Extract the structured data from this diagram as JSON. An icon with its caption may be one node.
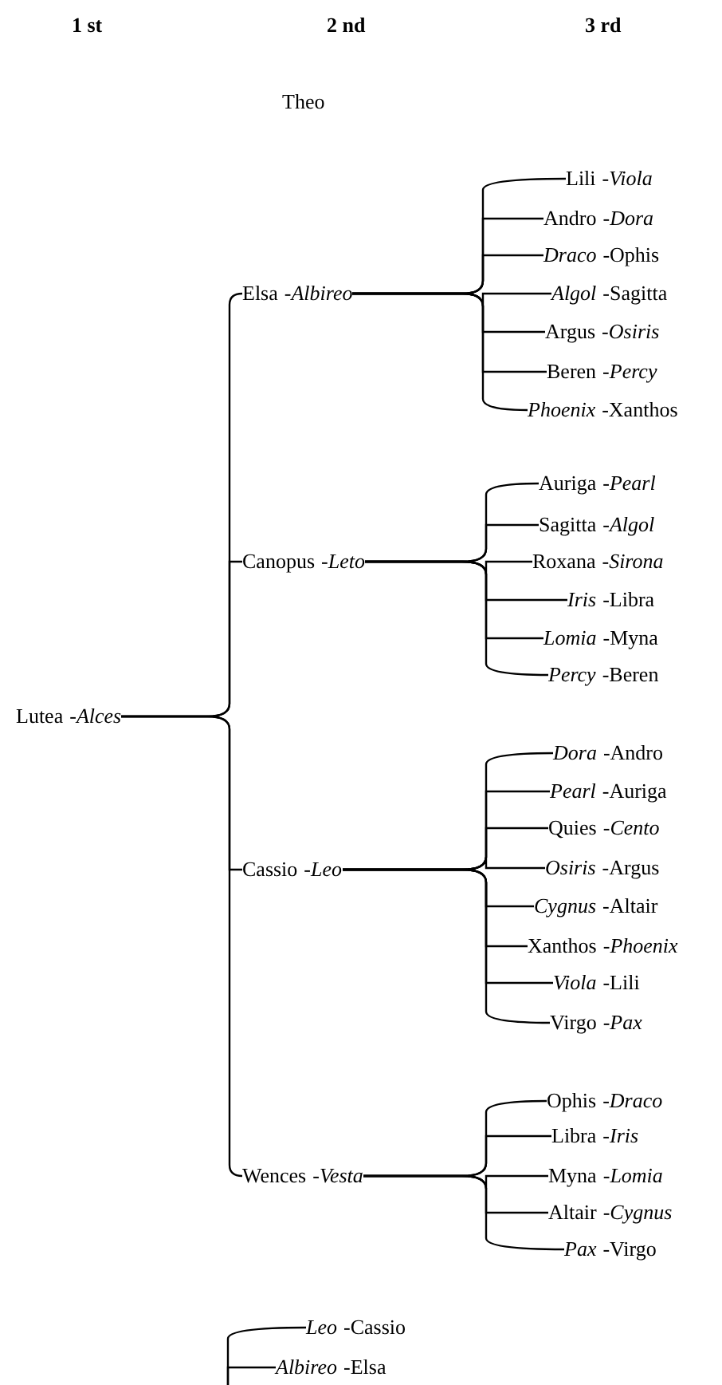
{
  "diagram": {
    "nodes": [
      {
        "text": [
          "Lutea",
          "-*Alces*"
        ]
      },
      {
        "text": [
          "Elsa",
          "-*Albireo*"
        ]
      },
      {
        "text": [
          "Lili",
          "-*Viola*"
        ]
      },
      {
        "text": [
          "Andro",
          "-*Dora*"
        ]
      },
      {
        "text": [
          "*Draco*",
          "-Ophis"
        ]
      },
      {
        "text": [
          "*Algol*",
          "-Sagitta"
        ]
      },
      {
        "text": [
          "Argus",
          "-*Osiris*"
        ]
      },
      {
        "text": [
          "Beren",
          "-*Percy*"
        ]
      },
      {
        "text": [
          "*Phoenix*",
          "-Xanthos"
        ]
      },
      {
        "text": [
          "Canopus",
          "-*Leto*"
        ]
      },
      {
        "text": [
          "Auriga",
          "-*Pearl*"
        ]
      },
      {
        "text": [
          "Sagitta",
          "-*Algol*"
        ]
      },
      {
        "text": [
          "Roxana",
          "-*Sirona*"
        ]
      },
      {
        "text": [
          "*Iris*",
          "-Libra"
        ]
      },
      {
        "text": [
          "*Lomia*",
          "-Myna"
        ]
      },
      {
        "text": [
          "*Percy*",
          "-Beren"
        ]
      },
      {
        "text": [
          "Cassio",
          "-*Leo*"
        ]
      },
      {
        "text": [
          "*Dora*",
          "-Andro"
        ]
      },
      {
        "text": [
          "*Pearl*",
          "-Auriga"
        ]
      },
      {
        "text": [
          "Quies",
          "-*Cento*"
        ]
      },
      {
        "text": [
          "*Osiris*",
          "-Argus"
        ]
      },
      {
        "text": [
          "*Cygnus*",
          "-Altair"
        ]
      },
      {
        "text": [
          "Xanthos",
          "-*Phoenix*"
        ]
      },
      {
        "text": [
          "*Viola*",
          "-Lili"
        ]
      },
      {
        "text": [
          "Virgo",
          "-*Pax*"
        ]
      },
      {
        "text": [
          "Wences",
          "-*Vesta*"
        ]
      },
      {
        "text": [
          "Ophis",
          "-*Draco*"
        ]
      },
      {
        "text": [
          "Libra",
          "-*Iris*"
        ]
      },
      {
        "text": [
          "Myna",
          "-*Lomia*"
        ]
      },
      {
        "text": [
          "Altair",
          "-*Cygnus*"
        ]
      },
      {
        "text": [
          "*Pax*",
          "-Virgo"
        ]
      },
      {
        "text": [
          "*Leo*",
          "-Cassio"
        ]
      },
      {
        "text": [
          "*Albireo*",
          "-Elsa"
        ]
      }
    ],
    "edges": [
      {
        "from": 0,
        "to": 1,
        "arrow": "none"
      },
      {
        "from": 0,
        "to": 9,
        "arrow": "none"
      },
      {
        "from": 0,
        "to": 16,
        "arrow": "none"
      },
      {
        "from": 0,
        "to": 25,
        "arrow": "none"
      },
      {
        "from": 1,
        "to": 2,
        "arrow": "none"
      },
      {
        "from": 1,
        "to": 3,
        "arrow": "none"
      },
      {
        "from": 1,
        "to": 4,
        "arrow": "none"
      },
      {
        "from": 1,
        "to": 5,
        "arrow": "none"
      },
      {
        "from": 1,
        "to": 6,
        "arrow": "none"
      },
      {
        "from": 1,
        "to": 7,
        "arrow": "none"
      },
      {
        "from": 1,
        "to": 8,
        "arrow": "none"
      },
      {
        "from": 9,
        "to": 10,
        "arrow": "none"
      },
      {
        "from": 9,
        "to": 11,
        "arrow": "none"
      },
      {
        "from": 9,
        "to": 12,
        "arrow": "none"
      },
      {
        "from": 9,
        "to": 13,
        "arrow": "none"
      },
      {
        "from": 9,
        "to": 14,
        "arrow": "none"
      },
      {
        "from": 9,
        "to": 15,
        "arrow": "none"
      },
      {
        "from": 16,
        "to": 17,
        "arrow": "none"
      },
      {
        "from": 16,
        "to": 18,
        "arrow": "none"
      },
      {
        "from": 16,
        "to": 19,
        "arrow": "none"
      },
      {
        "from": 16,
        "to": 20,
        "arrow": "none"
      },
      {
        "from": 16,
        "to": 21,
        "arrow": "none"
      },
      {
        "from": 16,
        "to": 22,
        "arrow": "none"
      },
      {
        "from": 16,
        "to": 23,
        "arrow": "none"
      },
      {
        "from": 16,
        "to": 24,
        "arrow": "none"
      },
      {
        "from": 25,
        "to": 26,
        "arrow": "none"
      },
      {
        "from": 25,
        "to": 27,
        "arrow": "none"
      },
      {
        "from": 25,
        "to": 28,
        "arrow": "none"
      },
      {
        "from": 25,
        "to": 29,
        "arrow": "none"
      },
      {
        "from": 25,
        "to": 30,
        "arrow": "none"
      },
      {
        "from": null,
        "to": 31,
        "arrow": "none"
      },
      {
        "from": null,
        "to": 32,
        "arrow": "none"
      }
    ],
    "labels": [
      "1 st",
      "2 nd",
      "3 rd",
      "Theo"
    ]
  }
}
